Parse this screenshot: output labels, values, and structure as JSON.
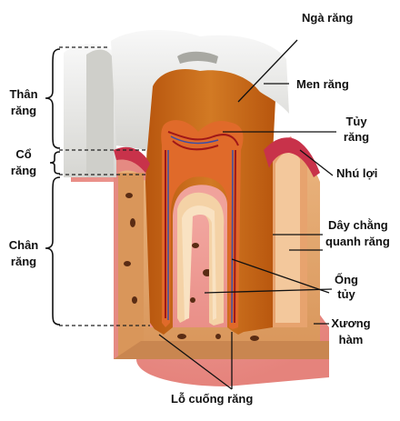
{
  "labels": {
    "nga_rang": "Ngà răng",
    "men_rang": "Men răng",
    "tuy_rang_1": "Tủy",
    "tuy_rang_2": "răng",
    "nhu_loi": "Nhú lợi",
    "day_chang_1": "Dây chằng",
    "day_chang_2": "quanh răng",
    "ong_tuy_1": "Ống",
    "ong_tuy_2": "tủy",
    "xuong_ham_1": "Xương",
    "xuong_ham_2": "hàm",
    "lo_cuong_rang": "Lỗ cuống răng",
    "than_rang_1": "Thân",
    "than_rang_2": "răng",
    "co_rang_1": "Cổ",
    "co_rang_2": "răng",
    "chan_rang_1": "Chân",
    "chan_rang_2": "răng"
  }
}
